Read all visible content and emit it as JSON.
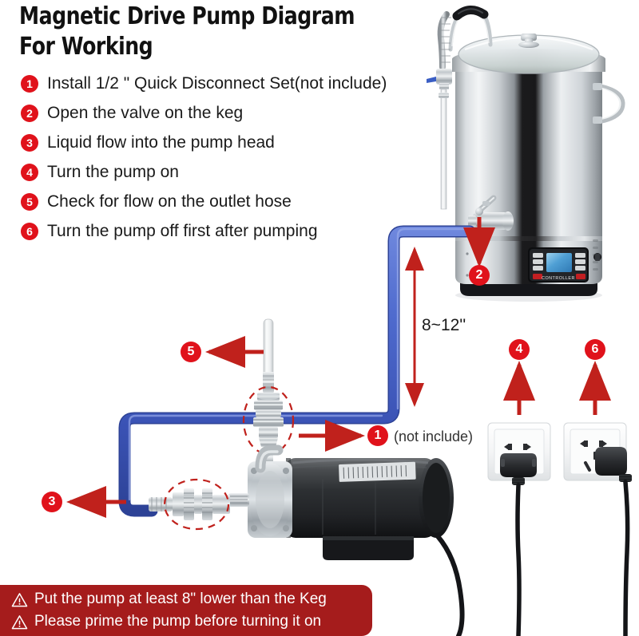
{
  "title": "Magnetic Drive Pump Diagram For Working",
  "title_lines": [
    "Magnetic Drive Pump Diagram",
    "For Working"
  ],
  "steps": [
    {
      "num": "1",
      "text": "Install 1/2 \" Quick Disconnect Set(not include)"
    },
    {
      "num": "2",
      "text": "Open the valve on the keg"
    },
    {
      "num": "3",
      "text": "Liquid flow into the pump head"
    },
    {
      "num": "4",
      "text": "Turn the pump on"
    },
    {
      "num": "5",
      "text": "Check for flow on the outlet hose"
    },
    {
      "num": "6",
      "text": "Turn the pump off first after pumping"
    }
  ],
  "warnings": [
    {
      "icon": "warning-triangle-icon",
      "text": "Put the pump at least 8\" lower than the Keg"
    },
    {
      "icon": "warning-triangle-icon",
      "text": "Please prime the pump before turning it on"
    }
  ],
  "diagram": {
    "callouts": [
      {
        "id": "1",
        "num": "1",
        "note": "(not include)",
        "target": "quick-disconnect-set"
      },
      {
        "id": "2",
        "num": "2",
        "note": "",
        "target": "keg-ball-valve"
      },
      {
        "id": "3",
        "num": "3",
        "note": "",
        "target": "pump-inlet-hose"
      },
      {
        "id": "4",
        "num": "4",
        "note": "",
        "target": "pump-power-outlet"
      },
      {
        "id": "5",
        "num": "5",
        "note": "",
        "target": "outlet-hose"
      },
      {
        "id": "6",
        "num": "6",
        "note": "",
        "target": "controller-power-outlet"
      }
    ],
    "dimension_label": "8~12''",
    "controller_label": "CONTROLLER"
  },
  "colors": {
    "badge_red": "#e0121b",
    "arrow_red": "#c0211c",
    "banner_red": "#a51c1c",
    "hose_blue": "#4661c8",
    "text_dark": "#1a1a1a"
  }
}
